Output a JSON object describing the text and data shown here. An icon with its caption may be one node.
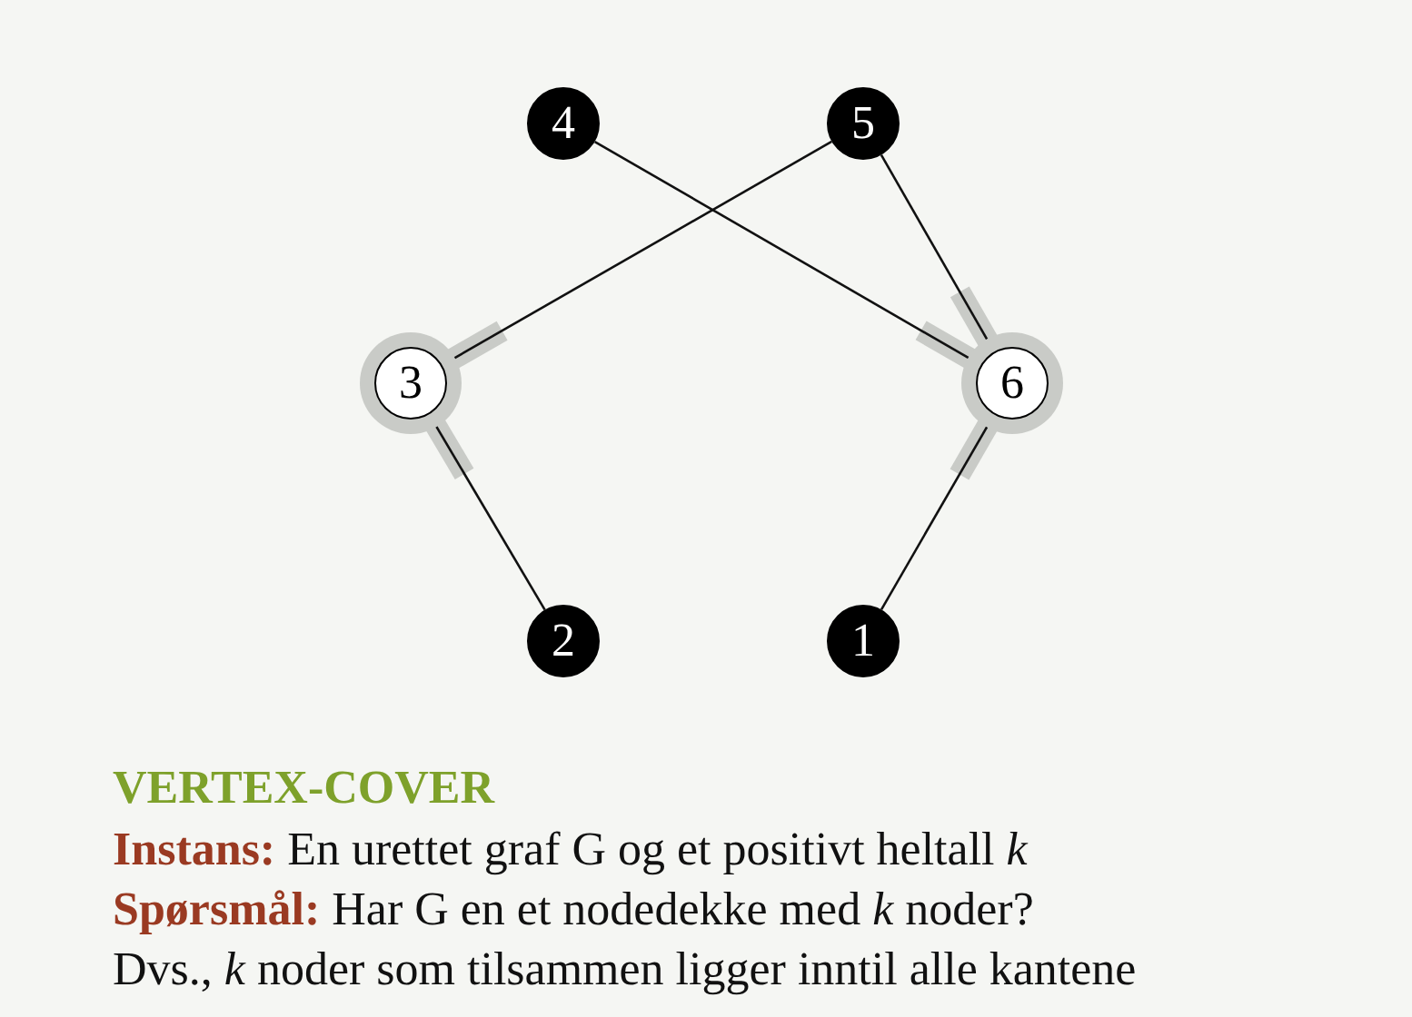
{
  "diagram": {
    "title": "VERTEX-COVER",
    "nodes": [
      {
        "text": [
          "4"
        ]
      },
      {
        "text": [
          "5"
        ]
      },
      {
        "text": [
          "3"
        ]
      },
      {
        "text": [
          "6"
        ]
      },
      {
        "text": [
          "2"
        ]
      },
      {
        "text": [
          "1"
        ]
      }
    ],
    "edges": [
      {
        "from": 0,
        "to": 3,
        "arrow": "none"
      },
      {
        "from": 1,
        "to": 2,
        "arrow": "none"
      },
      {
        "from": 1,
        "to": 3,
        "arrow": "none"
      },
      {
        "from": 2,
        "to": 4,
        "arrow": "none"
      },
      {
        "from": 3,
        "to": 5,
        "arrow": "none"
      }
    ],
    "labels": [
      "**Instans:** En urettet graf G og et positivt heltall *k*",
      "**Spørsmål:** Har G en et nodedekke med *k* noder?",
      "Dvs., *k* noder som tilsammen ligger inntil alle kantene"
    ]
  }
}
